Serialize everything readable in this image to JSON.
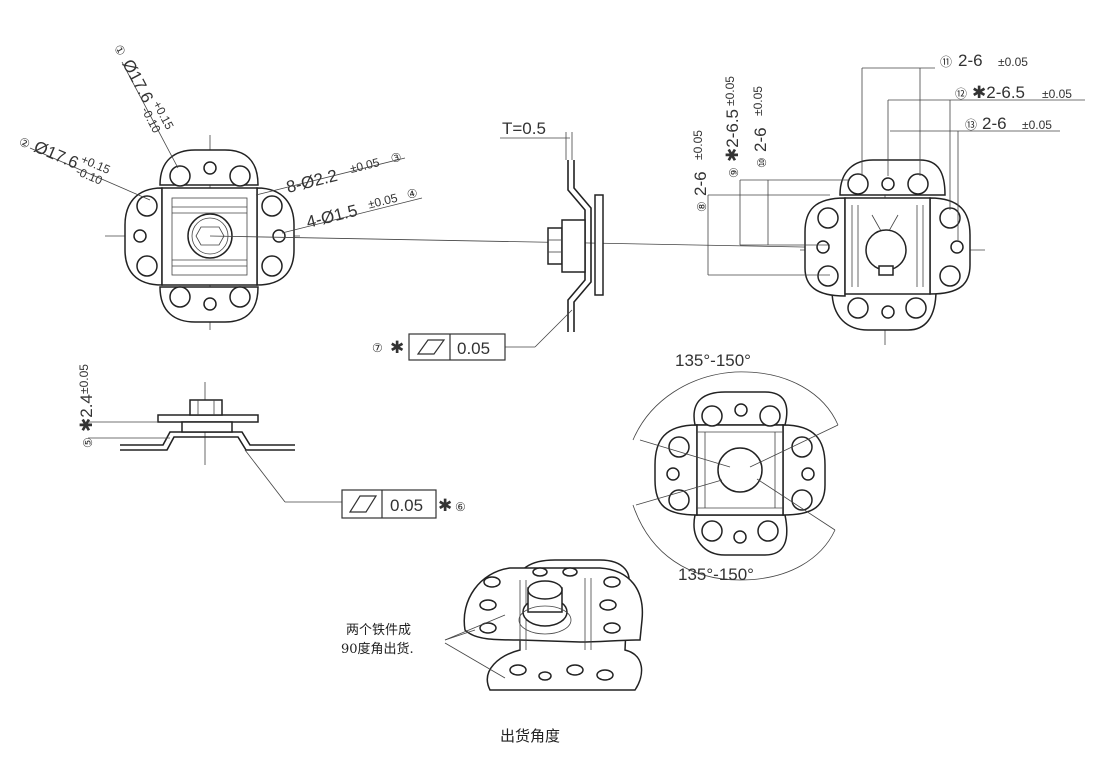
{
  "callouts": {
    "c1": {
      "num": "①",
      "text": "Ø17.6",
      "tol_up": "+0.15",
      "tol_dn": "-0.10"
    },
    "c2": {
      "num": "②",
      "text": "Ø17.6",
      "tol_up": "+0.15",
      "tol_dn": "-0.10"
    },
    "c3": {
      "num": "③",
      "text": "8-Ø2.2",
      "tol": "±0.05"
    },
    "c4": {
      "num": "④",
      "text": "4-Ø1.5",
      "tol": "±0.05"
    },
    "c5": {
      "num": "⑤",
      "text": "✱2.4",
      "tol": "±0.05"
    },
    "c6": {
      "num": "⑥",
      "frame_value": "0.05",
      "star": "✱"
    },
    "c7": {
      "num": "⑦",
      "frame_value": "0.05",
      "star": "✱"
    },
    "c8": {
      "num": "⑧",
      "text": "2-6",
      "tol": "±0.05"
    },
    "c9": {
      "num": "⑨",
      "text": "✱2-6.5",
      "tol": "±0.05"
    },
    "c10": {
      "num": "⑩",
      "text": "2-6",
      "tol": "±0.05"
    },
    "c11": {
      "num": "⑪",
      "text": "2-6",
      "tol": "±0.05"
    },
    "c12": {
      "num": "⑫",
      "text": "✱2-6.5",
      "tol": "±0.05"
    },
    "c13": {
      "num": "⑬",
      "text": "2-6",
      "tol": "±0.05"
    }
  },
  "thickness": "T=0.5",
  "angle_top": "135°-150°",
  "angle_bottom": "135°-150°",
  "note_line1": "两个铁件成",
  "note_line2": "90度角出货.",
  "caption": "出货角度"
}
